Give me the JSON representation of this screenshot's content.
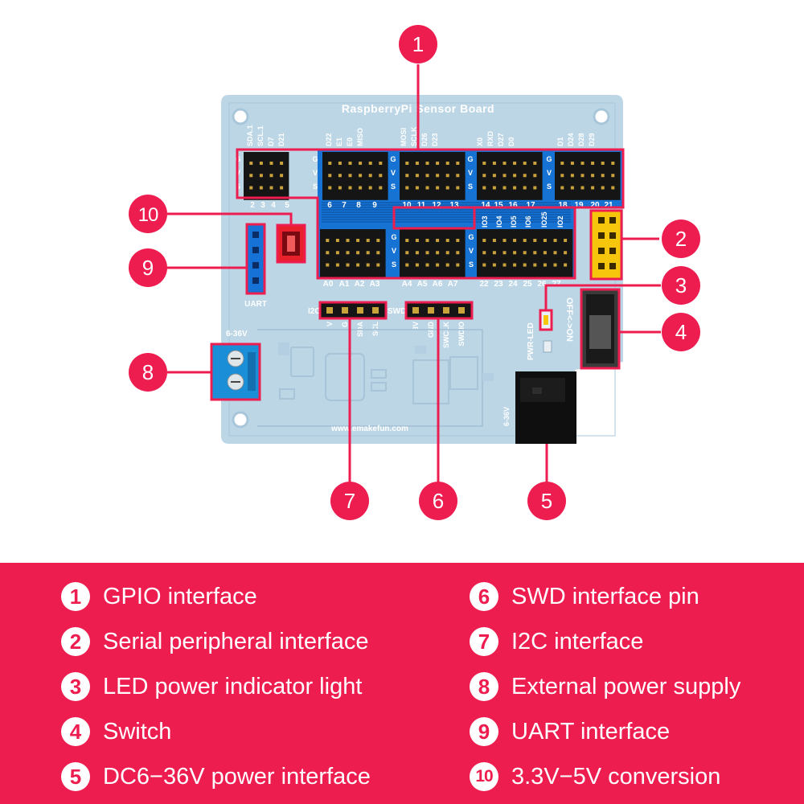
{
  "board": {
    "title": "RaspberryPi Sensor Board",
    "website": "www.emakefun.com",
    "uart_label": "UART",
    "power_label": "6-36V",
    "power_label_vertical": "6-36V",
    "led_label": "PWR-LED",
    "switch_label": "OFF<->ON",
    "i2c_label": "I2C",
    "swd_label": "SWD",
    "top_pin_labels": [
      "SDA.1",
      "SCL.1",
      "D7",
      "D21",
      "D22",
      "E1",
      "E0",
      "MISO",
      "MOSI",
      "SCLK",
      "D26",
      "D23",
      "X0",
      "RXD",
      "D27",
      "D0",
      "D1",
      "D24",
      "D28",
      "D29"
    ],
    "top_numbers": [
      "2",
      "3",
      "4",
      "5",
      "6",
      "7",
      "8",
      "9",
      "10",
      "11",
      "12",
      "13",
      "14",
      "15",
      "16",
      "17",
      "18",
      "19",
      "20",
      "21"
    ],
    "analog_labels": [
      "A0",
      "A1",
      "A2",
      "A3",
      "A4",
      "A5",
      "A6",
      "A7",
      "22",
      "23",
      "24",
      "25",
      "26",
      "27"
    ],
    "io_labels": [
      "IO3",
      "IO4",
      "IO5",
      "IO6",
      "IO25",
      "IO2"
    ],
    "i2c_pins": [
      "V",
      "G",
      "SDA",
      "SCL"
    ],
    "swd_pins": [
      "3V",
      "GND",
      "SWCLK",
      "SWDIO"
    ],
    "gvs": [
      "G",
      "V",
      "S"
    ]
  },
  "callouts": [
    "1",
    "2",
    "3",
    "4",
    "5",
    "6",
    "7",
    "8",
    "9",
    "10"
  ],
  "legend": [
    {
      "num": "1",
      "text": "GPIO interface"
    },
    {
      "num": "2",
      "text": "Serial peripheral interface"
    },
    {
      "num": "3",
      "text": "LED power indicator light"
    },
    {
      "num": "4",
      "text": "Switch"
    },
    {
      "num": "5",
      "text": "DC6−36V power interface"
    },
    {
      "num": "6",
      "text": "SWD interface pin"
    },
    {
      "num": "7",
      "text": "I2C interface"
    },
    {
      "num": "8",
      "text": "External power supply"
    },
    {
      "num": "9",
      "text": "UART interface"
    },
    {
      "num": "10",
      "text": "3.3V−5V conversion"
    }
  ],
  "colors": {
    "accent": "#ee1d50",
    "board": "#bcd6e6",
    "header_bg": "#1673d3",
    "pin_black": "#151515",
    "spi_yellow": "#f5c60c",
    "uart_blue": "#1672d6",
    "terminal_blue": "#1a8fd8"
  }
}
